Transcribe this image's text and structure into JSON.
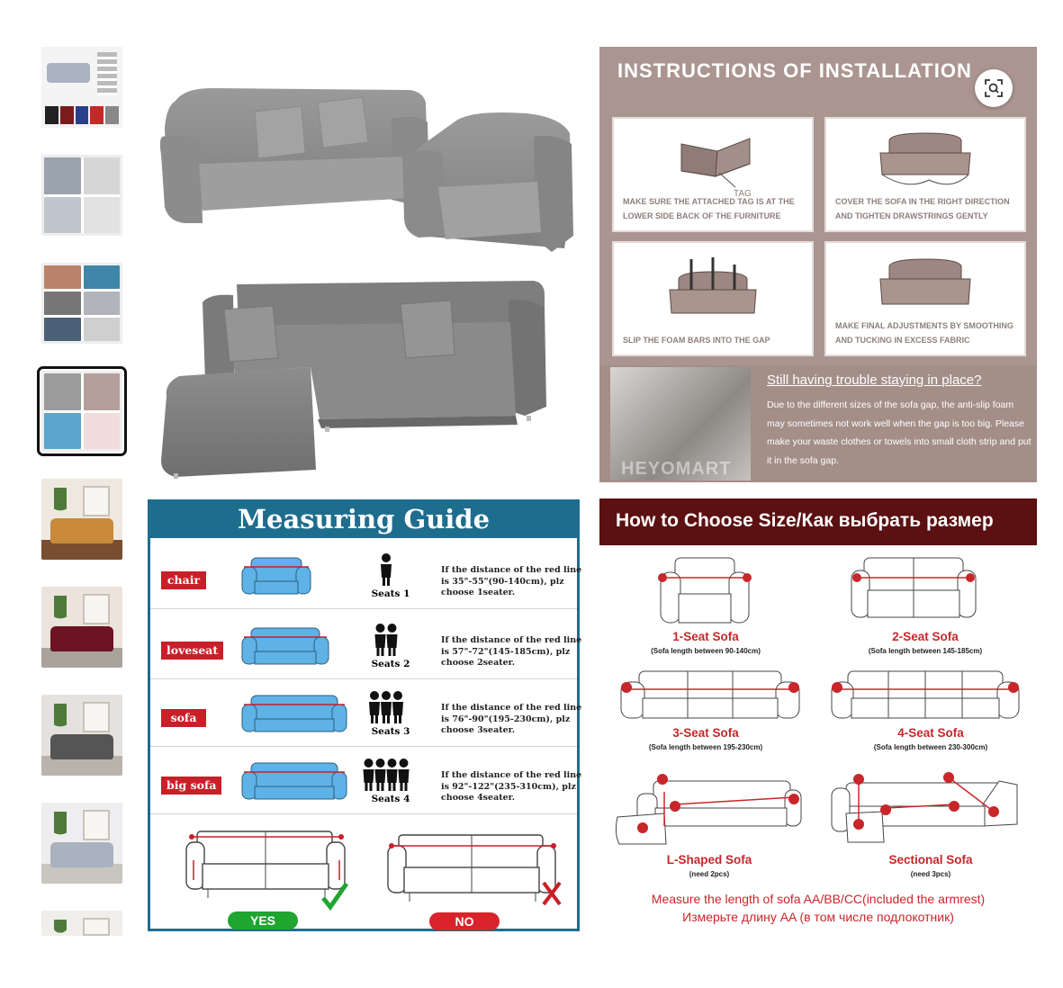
{
  "thumbnails": [
    {
      "name": "thumb-color-options",
      "kind": "colors"
    },
    {
      "name": "thumb-feature-collage",
      "kind": "collage"
    },
    {
      "name": "thumb-how-to-install",
      "kind": "collage2"
    },
    {
      "name": "thumb-install-guide",
      "kind": "guide",
      "selected": true
    },
    {
      "name": "thumb-orange-sofa",
      "kind": "room",
      "sofa_color": "#c8893a",
      "wall": "#efe8df",
      "floor": "#7a4e30"
    },
    {
      "name": "thumb-burgundy-sofa",
      "kind": "room",
      "sofa_color": "#6d1424",
      "wall": "#ece4dc",
      "floor": "#a9a39b"
    },
    {
      "name": "thumb-grey-sofa",
      "kind": "room",
      "sofa_color": "#555555",
      "wall": "#e4e1de",
      "floor": "#b9b3ac"
    },
    {
      "name": "thumb-light-grey-sofa",
      "kind": "room",
      "sofa_color": "#a9b2be",
      "wall": "#eeeef0",
      "floor": "#c9c5bf"
    },
    {
      "name": "thumb-partial",
      "kind": "room",
      "sofa_color": "#bbbbbb",
      "wall": "#f0eeea",
      "floor": "#cfcac3"
    }
  ],
  "installation": {
    "title": "INSTRUCTIONS OF INSTALLATION",
    "step1": "MAKE SURE THE ATTACHED TAG IS AT THE LOWER SIDE BACK OF THE FURNITURE",
    "step1_tag": "TAG",
    "step2": "COVER THE SOFA IN THE RIGHT DIRECTION AND TIGHTEN DRAWSTRINGS GENTLY",
    "step3": "SLIP THE FOAM BARS INTO THE GAP",
    "step4": "MAKE FINAL ADJUSTMENTS BY SMOOTHING AND TUCKING IN EXCESS FABRIC",
    "trouble_title": "Still having trouble staying in place?",
    "trouble_text": "Due to the different sizes of the sofa gap, the anti-slip foam may sometimes not work well when the gap is too big. Please make your waste clothes or towels into small cloth strip and put it in the sofa gap.",
    "watermark": "HEYOMART",
    "accent": "#ab9590"
  },
  "measuring": {
    "title": "Measuring Guide",
    "rows": [
      {
        "tag": "chair",
        "seats": "Seats 1",
        "people": 1,
        "desc": "If the distance of the red line is 35\"-55\"(90-140cm), plz choose 1seater."
      },
      {
        "tag": "loveseat",
        "seats": "Seats 2",
        "people": 2,
        "desc": "If the distance of the red line is 57\"-72\"(145-185cm), plz choose 2seater."
      },
      {
        "tag": "sofa",
        "seats": "Seats 3",
        "people": 3,
        "desc": "If the distance of the red line is 76\"-90\"(195-230cm), plz choose 3seater."
      },
      {
        "tag": "big sofa",
        "seats": "Seats 4",
        "people": 4,
        "desc": "If the distance of the red line is 92\"-122\"(235-310cm), plz choose 4seater."
      }
    ],
    "yes_label": "YES",
    "no_label": "NO",
    "accent": "#1e6d8d"
  },
  "sizes": {
    "title": "How to Choose Size/Как выбрать размер",
    "items": [
      {
        "name": "1-Seat Sofa",
        "sub": "(Sofa length between 90-140cm)"
      },
      {
        "name": "2-Seat Sofa",
        "sub": "(Sofa length between 145-185cm)"
      },
      {
        "name": "3-Seat Sofa",
        "sub": "(Sofa length between 195-230cm)"
      },
      {
        "name": "4-Seat Sofa",
        "sub": "(Sofa length between 230-300cm)"
      },
      {
        "name": "L-Shaped Sofa",
        "sub": "(need 2pcs)"
      },
      {
        "name": "Sectional Sofa",
        "sub": "(need 3pcs)"
      }
    ],
    "note_en": "Measure the length of sofa AA/BB/CC(included the armrest)",
    "note_ru": "Измерьте длину AA (в том числе подлокотник)",
    "accent": "#5b1012"
  }
}
